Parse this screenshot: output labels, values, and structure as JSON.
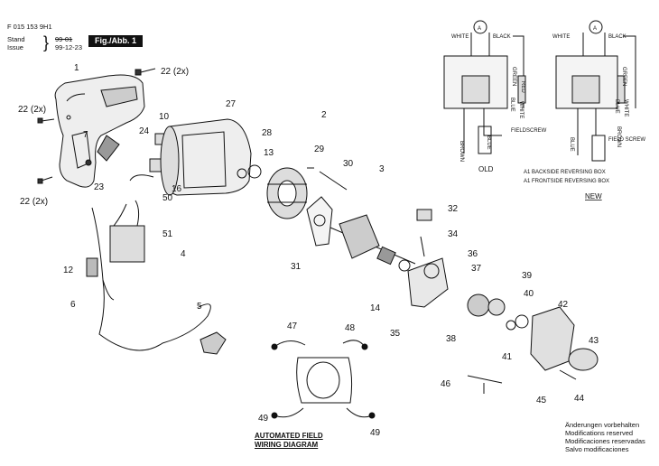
{
  "header": {
    "doc_number": "F 015 153 9H1",
    "stand_label": "Stand",
    "stand_value": "99-01",
    "issue_label": "Issue",
    "issue_value": "99-12-23",
    "figure_label": "Fig./Abb. 1"
  },
  "part_numbers": [
    "1",
    "2",
    "3",
    "4",
    "5",
    "6",
    "7",
    "10",
    "12",
    "13",
    "14",
    "16",
    "22 (2x)",
    "22 (2x)",
    "22 (2x)",
    "23",
    "24",
    "27",
    "28",
    "29",
    "30",
    "31",
    "32",
    "34",
    "35",
    "36",
    "37",
    "38",
    "39",
    "40",
    "41",
    "42",
    "43",
    "44",
    "45",
    "46",
    "47",
    "48",
    "49",
    "49",
    "50",
    "51"
  ],
  "wiring_old": {
    "label": "OLD",
    "white": "WHITE",
    "black": "BLACK",
    "green": "GREEN",
    "red": "RED",
    "blue": "BLUE",
    "white2": "WHITE",
    "brown": "BROWN",
    "blue2": "BLUE",
    "fieldscrew": "FIELDSCREW",
    "meter": "A"
  },
  "wiring_new": {
    "label": "NEW",
    "white": "WHITE",
    "black": "BLACK",
    "green": "GREEN",
    "blue": "BLUE",
    "white2": "WHITE",
    "brown": "BROWN",
    "blue2": "BLUE",
    "field_screw": "FIELD SCREW",
    "meter": "A",
    "note1": "A1 BACKSIDE REVERSING BOX",
    "note2": "A1 FRONTSIDE REVERSING BOX"
  },
  "field_diagram": {
    "title_line1": "AUTOMATED FIELD",
    "title_line2": "WIRING DIAGRAM"
  },
  "footer": [
    "Änderungen vorbehalten",
    "Modifications reserved",
    "Modificaciones reservadas",
    "Salvo modificaciones"
  ]
}
